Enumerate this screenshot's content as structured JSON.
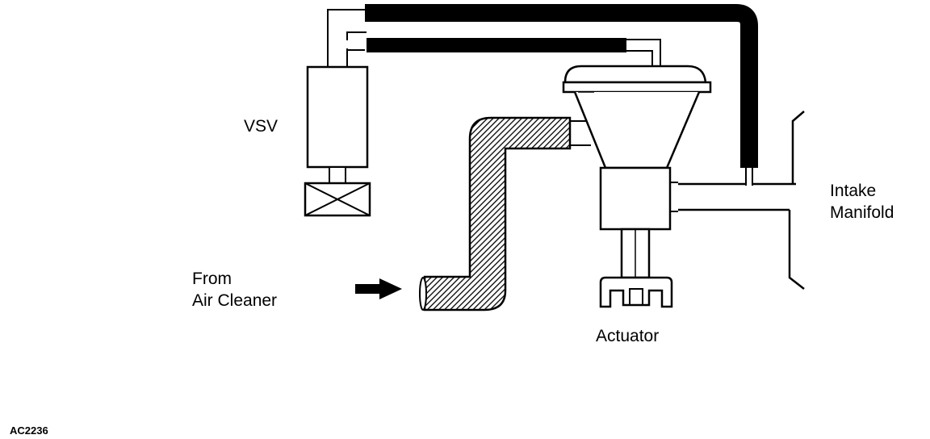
{
  "labels": {
    "vsv": "VSV",
    "intake_line1": "Intake",
    "intake_line2": "Manifold",
    "from_line1": "From",
    "from_line2": "Air Cleaner",
    "actuator": "Actuator",
    "figure_code": "AC2236"
  },
  "colors": {
    "line": "#000000",
    "background": "#ffffff",
    "hose_fill": "#000000",
    "hatch": "#000000"
  }
}
